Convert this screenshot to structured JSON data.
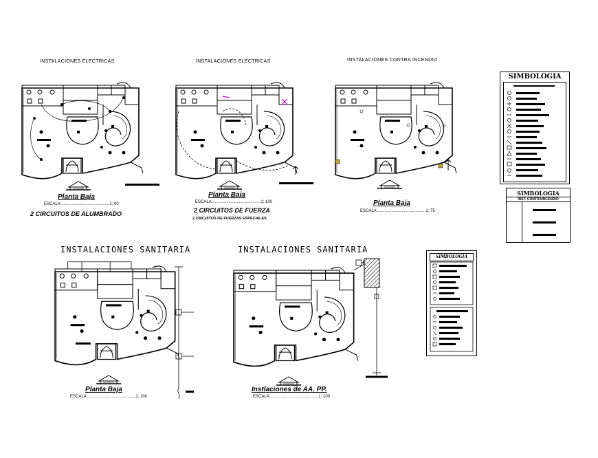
{
  "plans": [
    {
      "header": "INSTALACIONES ELECTRICAS",
      "title": "Planta Baja",
      "scale_label": "ESCALA:",
      "scale_value": "1: 00",
      "note": "2  CIRCUITOS DE ALUMBRADO"
    },
    {
      "header": "INSTALACIONES ELECTRICAS",
      "title": "Planta Baja",
      "scale_label": "ESCALA:",
      "scale_value": "1: 100",
      "note": "2  CIRCUITOS DE FUERZA",
      "subnote": "2  CIRCUITOS DE FUERZAS ESPECIALES"
    },
    {
      "header": "INSTALACIONES CONTRA INCENDIO",
      "title": "Planta Baja",
      "scale_label": "ESCALA:",
      "scale_value": "1: 75"
    },
    {
      "header": "INSTALACIONES SANITARIA",
      "title": "Planta Baja",
      "scale_label": "ESCALA:",
      "scale_value": "1: 100"
    },
    {
      "header": "INSTALACIONES SANITARIA",
      "title": "Instlaciones de AA. PP.",
      "scale_label": "ESCALA:",
      "scale_value": "1: 100"
    }
  ],
  "legend1": {
    "title": "SIMBOLOGIA"
  },
  "legend2": {
    "title": "SIMBOLOGIA",
    "subtitle": "INST. CONTRAINCENDIO"
  },
  "legend3": {
    "title": "SIMBOLOGIA"
  },
  "colors": {
    "ink": "#000000",
    "accent": "#d000d0"
  }
}
